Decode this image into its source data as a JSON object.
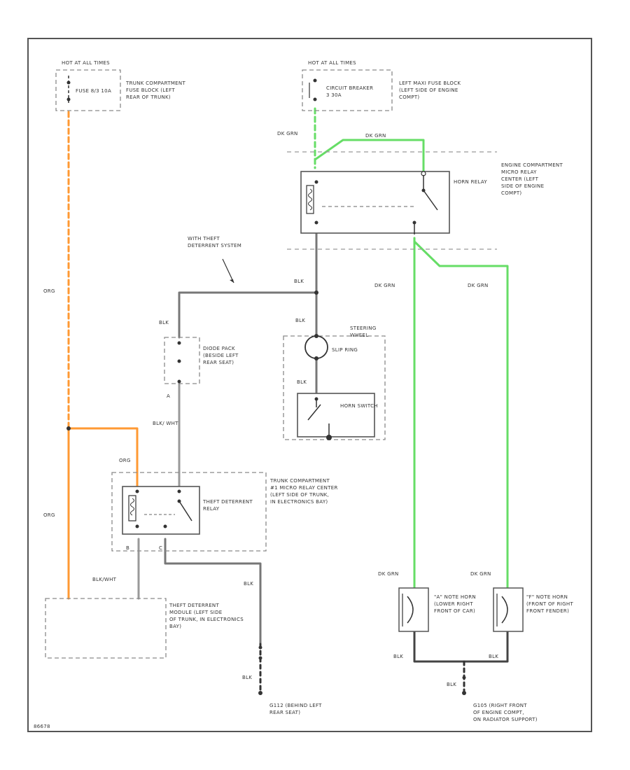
{
  "colors": {
    "orange_wire": "#ff9933",
    "green_wire": "#66dd66",
    "gray_wire": "#777777",
    "frame": "#555555"
  },
  "labels": {
    "hot_at_all_times_left": "HOT AT ALL TIMES",
    "fuse_left_name": "FUSE 8/3 10A",
    "fuse_left_location": "TRUNK COMPARTMENT FUSE BLOCK (LEFT REAR OF TRUNK)",
    "hot_at_all_times_right": "HOT AT ALL TIMES",
    "circuit_breaker_name": "CIRCUIT BREAKER 3 30A",
    "circuit_breaker_location": "LEFT MAXI FUSE BLOCK (LEFT SIDE OF ENGINE COMPT)",
    "wire_dk_grn_top": "DK GRN",
    "wire_dk_grn_horizontal": "DK GRN",
    "engine_relay_center": "ENGINE COMPARTMENT MICRO RELAY CENTER (LEFT SIDE OF ENGINE COMPT)",
    "horn_relay": "HORN RELAY",
    "with_theft_deterrent": "WITH THEFT DETERRENT SYSTEM",
    "wire_blk_junction": "BLK",
    "wire_blk_left": "BLK",
    "wire_blk_slip": "BLK",
    "wire_blk_switch": "BLK",
    "steering_wheel": "STEERING WHEEL",
    "slip_ring": "SLIP RING",
    "horn_switch": "HORN SWITCH",
    "diode_pack": "DIODE PACK (BESIDE LEFT REAR SEAT)",
    "pin_a": "A",
    "wire_blk_wht_short": "BLK/ WHT",
    "wire_dk_grn_left_vert": "DK GRN",
    "wire_dk_grn_right_vert": "DK GRN",
    "wire_org_upper": "ORG",
    "wire_org_lower": "ORG",
    "wire_org_relay": "ORG",
    "theft_relay": "THEFT DETERRENT RELAY",
    "trunk_relay_center": "TRUNK COMPARTMENT #1 MICRO RELAY CENTER (LEFT SIDE OF TRUNK, IN ELECTRONICS BAY)",
    "wire_blk_wht_long": "BLK/WHT",
    "wire_blk_ground_upper": "BLK",
    "wire_blk_ground_lower": "BLK",
    "theft_module": "THEFT DETERRENT MODULE (LEFT SIDE OF TRUNK, IN ELECTRONICS BAY)",
    "ground_g112": "G112 (BEHIND LEFT REAR SEAT)",
    "wire_dk_grn_horn_lo": "DK GRN",
    "wire_dk_grn_horn_hi": "DK GRN",
    "horn_lo": "\"A\" NOTE HORN (LOWER RIGHT FRONT OF CAR)",
    "horn_hi": "\"F\" NOTE HORN (FRONT OF RIGHT FRONT FENDER)",
    "wire_blk_horn_left": "BLK",
    "wire_blk_horn_right": "BLK",
    "wire_blk_g105": "BLK",
    "ground_g105": "G105 (RIGHT FRONT OF ENGINE COMPT, ON RADIATOR SUPPORT)",
    "figure_id": "86678"
  }
}
